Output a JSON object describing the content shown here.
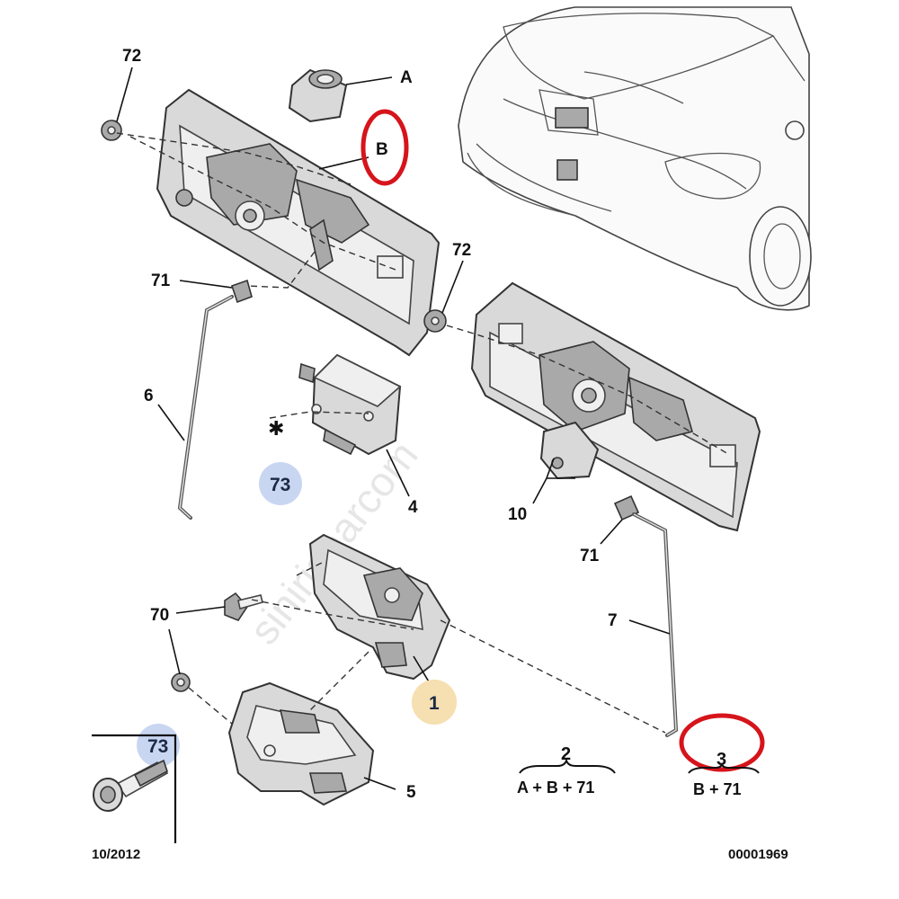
{
  "callouts": {
    "c72_top": "72",
    "cA": "A",
    "cB": "B",
    "c72_mid": "72",
    "c71_left": "71",
    "c6": "6",
    "c73_blue": "73",
    "c4": "4",
    "c10": "10",
    "c71_right": "71",
    "c70": "70",
    "c7": "7",
    "c1": "1",
    "c73_inset": "73",
    "c5": "5"
  },
  "kits": [
    {
      "number": "2",
      "formula": "A + B + 71"
    },
    {
      "number": "3",
      "formula": "B + 71"
    }
  ],
  "footer": {
    "date": "10/2012",
    "code": "00001969"
  },
  "watermark": "sinirisbarcom",
  "colors": {
    "highlight_ring": "#d6141b",
    "bubble_blue": "#c9d6f2",
    "bubble_orange": "#f6dfb0"
  },
  "icons": {
    "star_marker": "asterisk-icon"
  }
}
